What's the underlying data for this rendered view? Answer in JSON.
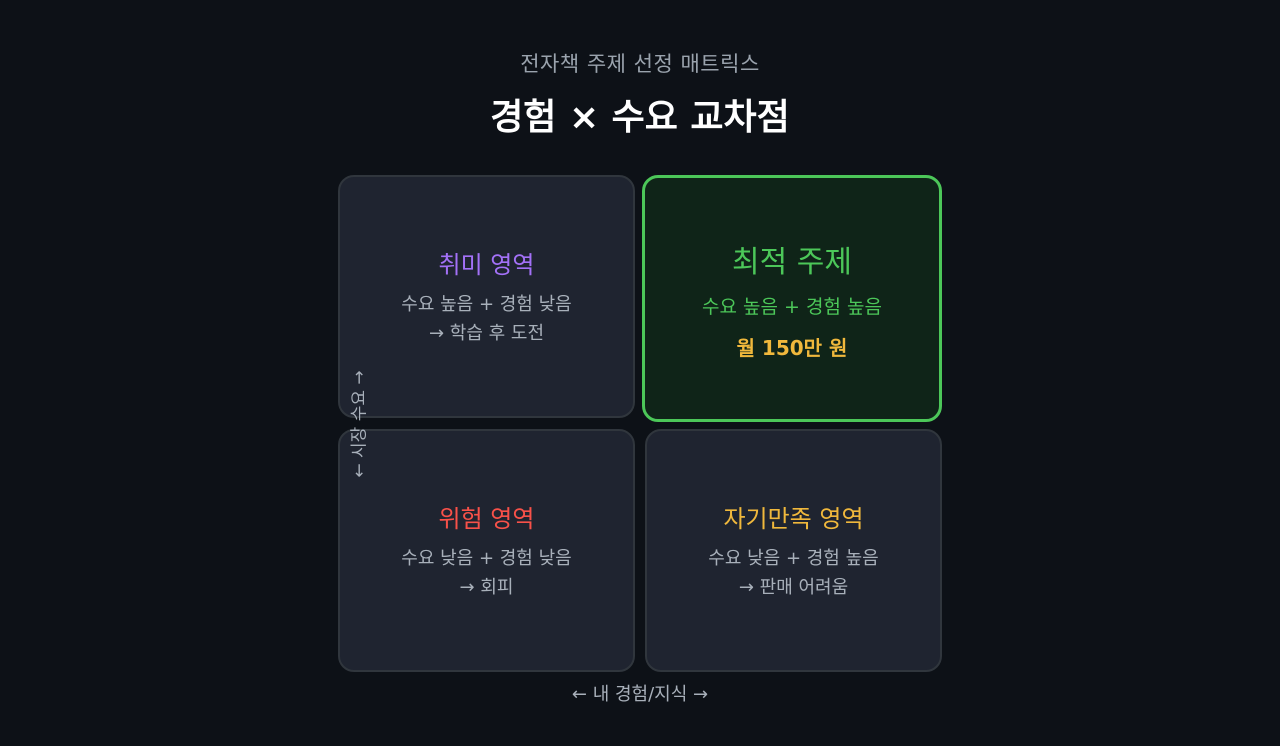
{
  "header": {
    "subtitle": "전자책 주제 선정 매트릭스",
    "title": "경험 × 수요 교차점"
  },
  "axes": {
    "y_label": "← 시장 수요 →",
    "x_label": "← 내 경험/지식 →"
  },
  "quadrants": {
    "top_left": {
      "title": "취미 영역",
      "desc_line1": "수요 높음 + 경험 낮음",
      "desc_line2": "→ 학습 후 도전",
      "color": "#a371f7"
    },
    "top_right": {
      "title": "최적 주제",
      "desc_line1": "수요 높음 + 경험 높음",
      "value": "월 150만 원",
      "color": "#4cc759",
      "value_color": "#f0b83c"
    },
    "bottom_left": {
      "title": "위험 영역",
      "desc_line1": "수요 낮음 + 경험 낮음",
      "desc_line2": "→ 회피",
      "color": "#f85149"
    },
    "bottom_right": {
      "title": "자기만족 영역",
      "desc_line1": "수요 낮음 + 경험 높음",
      "desc_line2": "→ 판매 어려움",
      "color": "#f0b83c"
    }
  },
  "colors": {
    "background": "#0d1117",
    "card": "#1f2430",
    "card_border": "#30363d",
    "highlight_bg": "#0f2418",
    "highlight_border": "#4cc759"
  }
}
